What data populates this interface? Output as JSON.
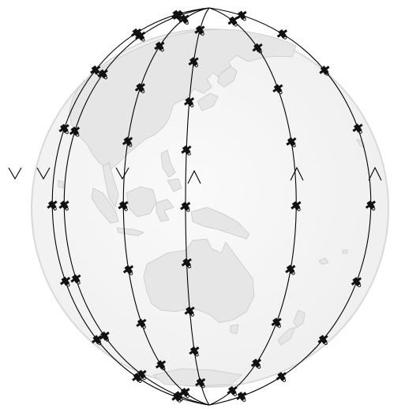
{
  "colors": {
    "background": "#ffffff",
    "globe_fill": "#f4f4f4",
    "globe_edge": "#d9d9d9",
    "land": "#e6e6e6",
    "land_edge": "#c9c9c9",
    "orbit": "#000000",
    "satellite": "#111111"
  },
  "icons": {
    "satellite": "satellite-icon",
    "direction_up": "direction-arrow-up-icon",
    "direction_down": "direction-arrow-down-icon"
  },
  "orbits": [
    {
      "id": "orbit-1",
      "direction": "down"
    },
    {
      "id": "orbit-2",
      "direction": "down"
    },
    {
      "id": "orbit-3",
      "direction": "down"
    },
    {
      "id": "orbit-4",
      "direction": "up"
    },
    {
      "id": "orbit-5",
      "direction": "up"
    },
    {
      "id": "orbit-6",
      "direction": "up"
    }
  ]
}
